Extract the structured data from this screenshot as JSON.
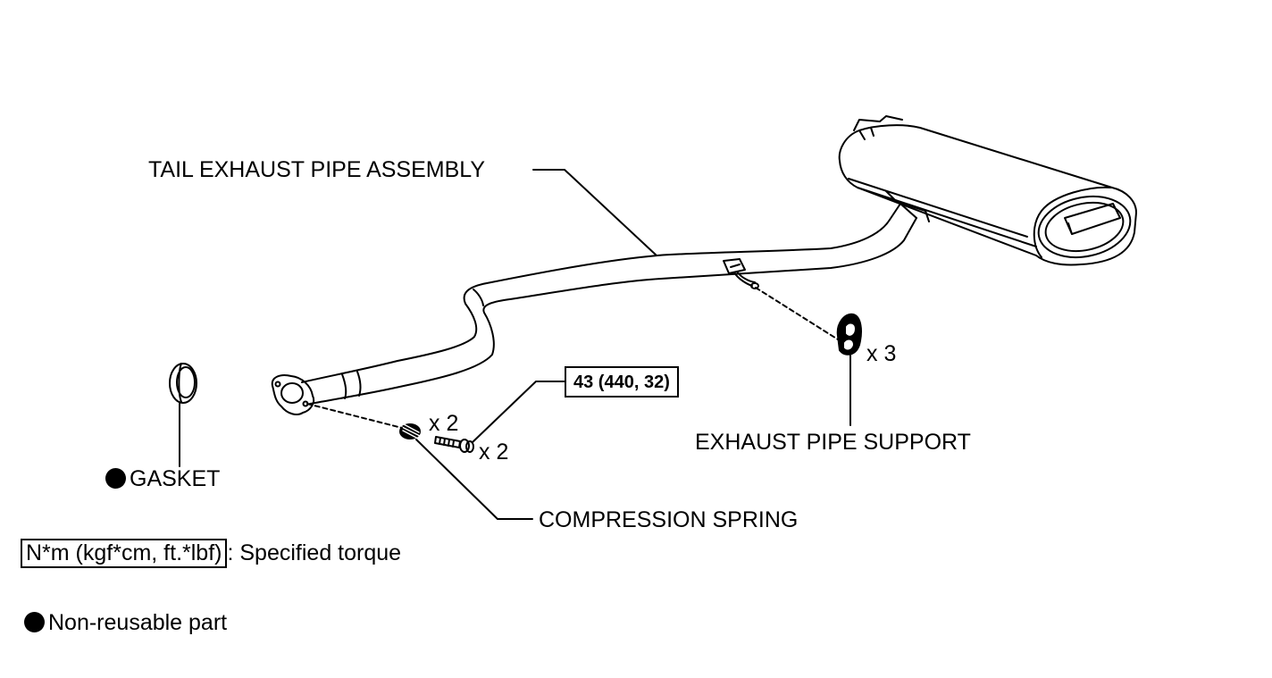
{
  "labels": {
    "tail_exhaust_pipe_assembly": "TAIL EXHAUST PIPE ASSEMBLY",
    "exhaust_pipe_support": "EXHAUST PIPE SUPPORT",
    "gasket": "GASKET",
    "compression_spring": "COMPRESSION SPRING",
    "qty_support": "x 3",
    "qty_spring": "x 2",
    "qty_bolt": "x 2"
  },
  "torque": {
    "bolt_value": "43 (440, 32)"
  },
  "legend": {
    "torque_unit": "N*m (kgf*cm, ft.*lbf)",
    "torque_desc": ": Specified torque",
    "non_reusable": "Non-reusable part"
  },
  "icons": {
    "non_reusable_marker": "filled-circle-icon"
  }
}
